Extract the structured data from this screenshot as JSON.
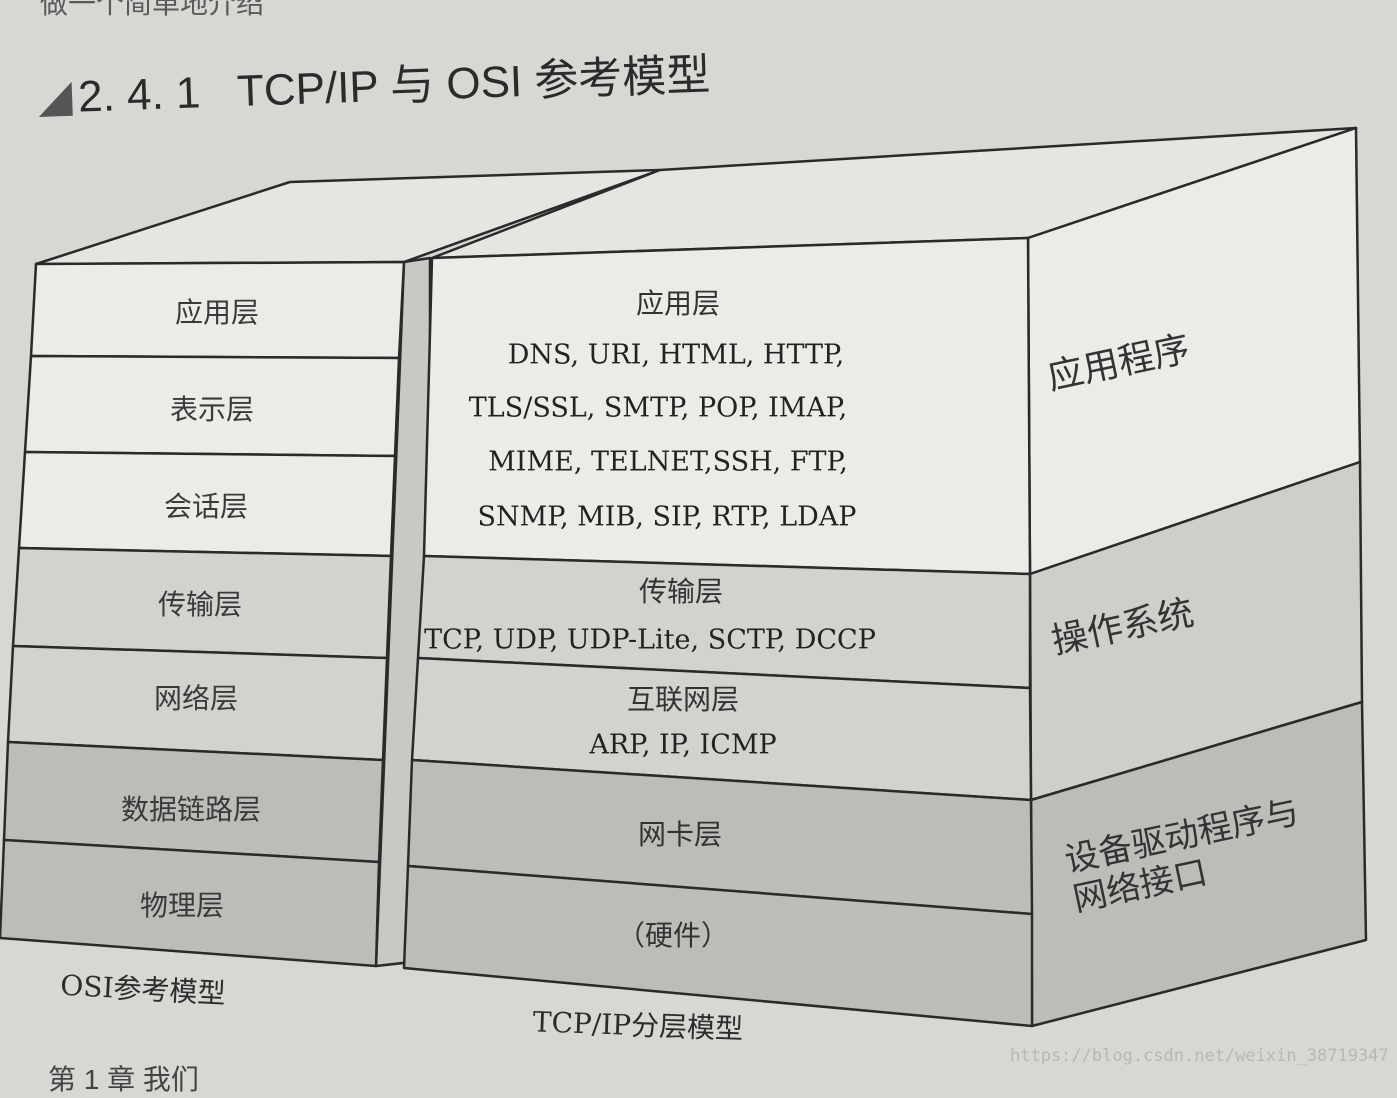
{
  "top_cut_text": "做一个简单地介绍",
  "heading": {
    "number": "2. 4. 1",
    "title": "TCP/IP 与 OSI 参考模型"
  },
  "osi": {
    "caption": "OSI参考模型",
    "layers": [
      "应用层",
      "表示层",
      "会话层",
      "传输层",
      "网络层",
      "数据链路层",
      "物理层"
    ]
  },
  "tcpip": {
    "caption": "TCP/IP分层模型",
    "application": {
      "title": "应用层",
      "protocol_lines": [
        "DNS, URI, HTML, HTTP,",
        "TLS/SSL, SMTP, POP, IMAP,",
        "MIME, TELNET,SSH, FTP,",
        "SNMP, MIB, SIP, RTP, LDAP"
      ]
    },
    "transport": {
      "title": "传输层",
      "protocols": "TCP, UDP, UDP-Lite, SCTP, DCCP"
    },
    "internet": {
      "title": "互联网层",
      "protocols": "ARP, IP, ICMP"
    },
    "netcard": {
      "title": "网卡层"
    },
    "hardware": {
      "title": "（硬件）"
    }
  },
  "side": {
    "application": "应用程序",
    "os": "操作系统",
    "driver": "设备驱动程序与\n网络接口"
  },
  "bottom_cut_text": "第 1 章 我们",
  "watermark": "https://blog.csdn.net/weixin_38719347",
  "colors": {
    "paper": "#d9d7d4",
    "white_face": "#ecebe8",
    "light_gray": "#d3d2cf",
    "mid_gray": "#bdbcb9",
    "line": "#2a2a2a"
  }
}
